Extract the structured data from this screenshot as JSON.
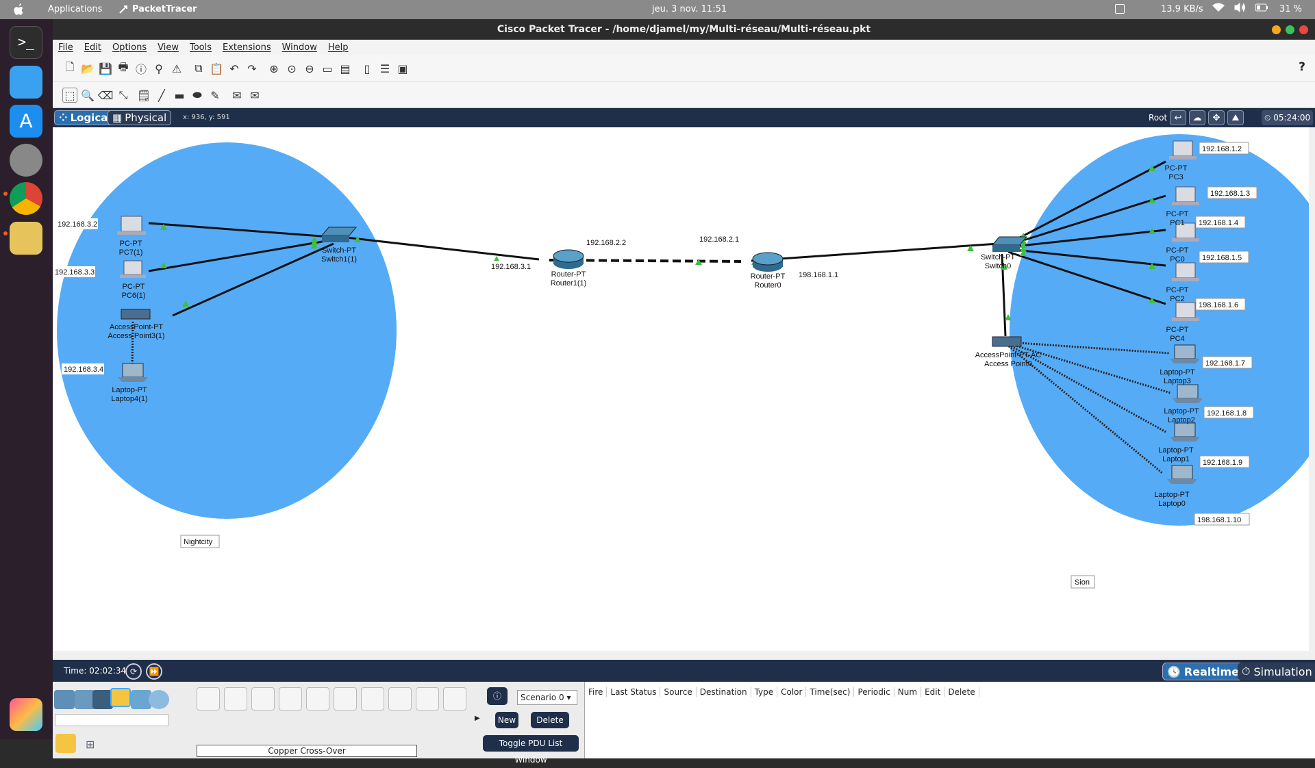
{
  "topbar": {
    "applications": "Applications",
    "app_name": "PacketTracer",
    "datetime": "jeu. 3 nov.  11:51",
    "net_speed": "13.9 KB/s",
    "battery": "31 %"
  },
  "window": {
    "title": "Cisco Packet Tracer - /home/djamel/my/Multi-réseau/Multi-réseau.pkt"
  },
  "menu": [
    "File",
    "Edit",
    "Options",
    "View",
    "Tools",
    "Extensions",
    "Window",
    "Help"
  ],
  "modebar": {
    "logical": "Logical",
    "physical": "Physical",
    "coords": "x: 936, y: 591",
    "root": "Root",
    "clock": "05:24:00"
  },
  "topology": {
    "areas": [
      {
        "label": "Nightcity"
      },
      {
        "label": "Sion"
      }
    ],
    "devices": [
      {
        "id": "pc7",
        "type": "PC-PT",
        "name": "PC7(1)",
        "ip": "192.168.3.2"
      },
      {
        "id": "pc6",
        "type": "PC-PT",
        "name": "PC6(1)",
        "ip": "192.168.3.3"
      },
      {
        "id": "ap3",
        "type": "AccessPoint-PT",
        "name": "Access Point3(1)"
      },
      {
        "id": "laptop4",
        "type": "Laptop-PT",
        "name": "Laptop4(1)",
        "ip": "192.168.3.4"
      },
      {
        "id": "switch1",
        "type": "Switch-PT",
        "name": "Switch1(1)"
      },
      {
        "id": "router1",
        "type": "Router-PT",
        "name": "Router1(1)",
        "ip_left": "192.168.3.1",
        "ip_right": "192.168.2.2"
      },
      {
        "id": "router0",
        "type": "Router-PT",
        "name": "Router0",
        "ip_left": "192.168.2.1",
        "ip_right": "198.168.1.1"
      },
      {
        "id": "switch0",
        "type": "Switch-PT",
        "name": "Switch0"
      },
      {
        "id": "ap0",
        "type": "AccessPoint-PT-AC",
        "name": "Access Point0"
      },
      {
        "id": "pc3",
        "type": "PC-PT",
        "name": "PC3",
        "ip": "192.168.1.2"
      },
      {
        "id": "pc1",
        "type": "PC-PT",
        "name": "PC1",
        "ip": "192.168.1.3"
      },
      {
        "id": "pc0",
        "type": "PC-PT",
        "name": "PC0",
        "ip": "192.168.1.4"
      },
      {
        "id": "pc2",
        "type": "PC-PT",
        "name": "PC2",
        "ip": "192.168.1.5"
      },
      {
        "id": "pc4",
        "type": "PC-PT",
        "name": "PC4",
        "ip": "198.168.1.6"
      },
      {
        "id": "laptop3",
        "type": "Laptop-PT",
        "name": "Laptop3",
        "ip": "192.168.1.7"
      },
      {
        "id": "laptop2",
        "type": "Laptop-PT",
        "name": "Laptop2",
        "ip": "192.168.1.8"
      },
      {
        "id": "laptop1",
        "type": "Laptop-PT",
        "name": "Laptop1",
        "ip": "192.168.1.9"
      },
      {
        "id": "laptop0",
        "type": "Laptop-PT",
        "name": "Laptop0",
        "ip": "198.168.1.10"
      }
    ],
    "links": [
      {
        "from": "pc7",
        "to": "switch1",
        "kind": "copper"
      },
      {
        "from": "pc6",
        "to": "switch1",
        "kind": "copper"
      },
      {
        "from": "ap3",
        "to": "switch1",
        "kind": "copper"
      },
      {
        "from": "ap3",
        "to": "laptop4",
        "kind": "wireless"
      },
      {
        "from": "switch1",
        "to": "router1",
        "kind": "copper"
      },
      {
        "from": "router1",
        "to": "router0",
        "kind": "crossover"
      },
      {
        "from": "router0",
        "to": "switch0",
        "kind": "copper"
      },
      {
        "from": "switch0",
        "to": "pc3",
        "kind": "copper"
      },
      {
        "from": "switch0",
        "to": "pc1",
        "kind": "copper"
      },
      {
        "from": "switch0",
        "to": "pc0",
        "kind": "copper"
      },
      {
        "from": "switch0",
        "to": "pc2",
        "kind": "copper"
      },
      {
        "from": "switch0",
        "to": "pc4",
        "kind": "copper"
      },
      {
        "from": "switch0",
        "to": "ap0",
        "kind": "copper"
      },
      {
        "from": "ap0",
        "to": "laptop3",
        "kind": "wireless"
      },
      {
        "from": "ap0",
        "to": "laptop2",
        "kind": "wireless"
      },
      {
        "from": "ap0",
        "to": "laptop1",
        "kind": "wireless"
      },
      {
        "from": "ap0",
        "to": "laptop0",
        "kind": "wireless"
      }
    ]
  },
  "timebar": {
    "time": "Time: 02:02:34",
    "realtime": "Realtime",
    "simulation": "Simulation"
  },
  "bottom": {
    "connection_label": "Copper Cross-Over",
    "scenario": "Scenario 0",
    "new_label": "New",
    "delete_label": "Delete",
    "toggle_label": "Toggle PDU List Window",
    "pdu_columns": [
      "Fire",
      "Last Status",
      "Source",
      "Destination",
      "Type",
      "Color",
      "Time(sec)",
      "Periodic",
      "Num",
      "Edit",
      "Delete"
    ]
  },
  "colors": {
    "area_fill": "#56abf6",
    "navy": "#1f2f4a",
    "link": "#111111",
    "link_up": "#3fbf3f"
  }
}
